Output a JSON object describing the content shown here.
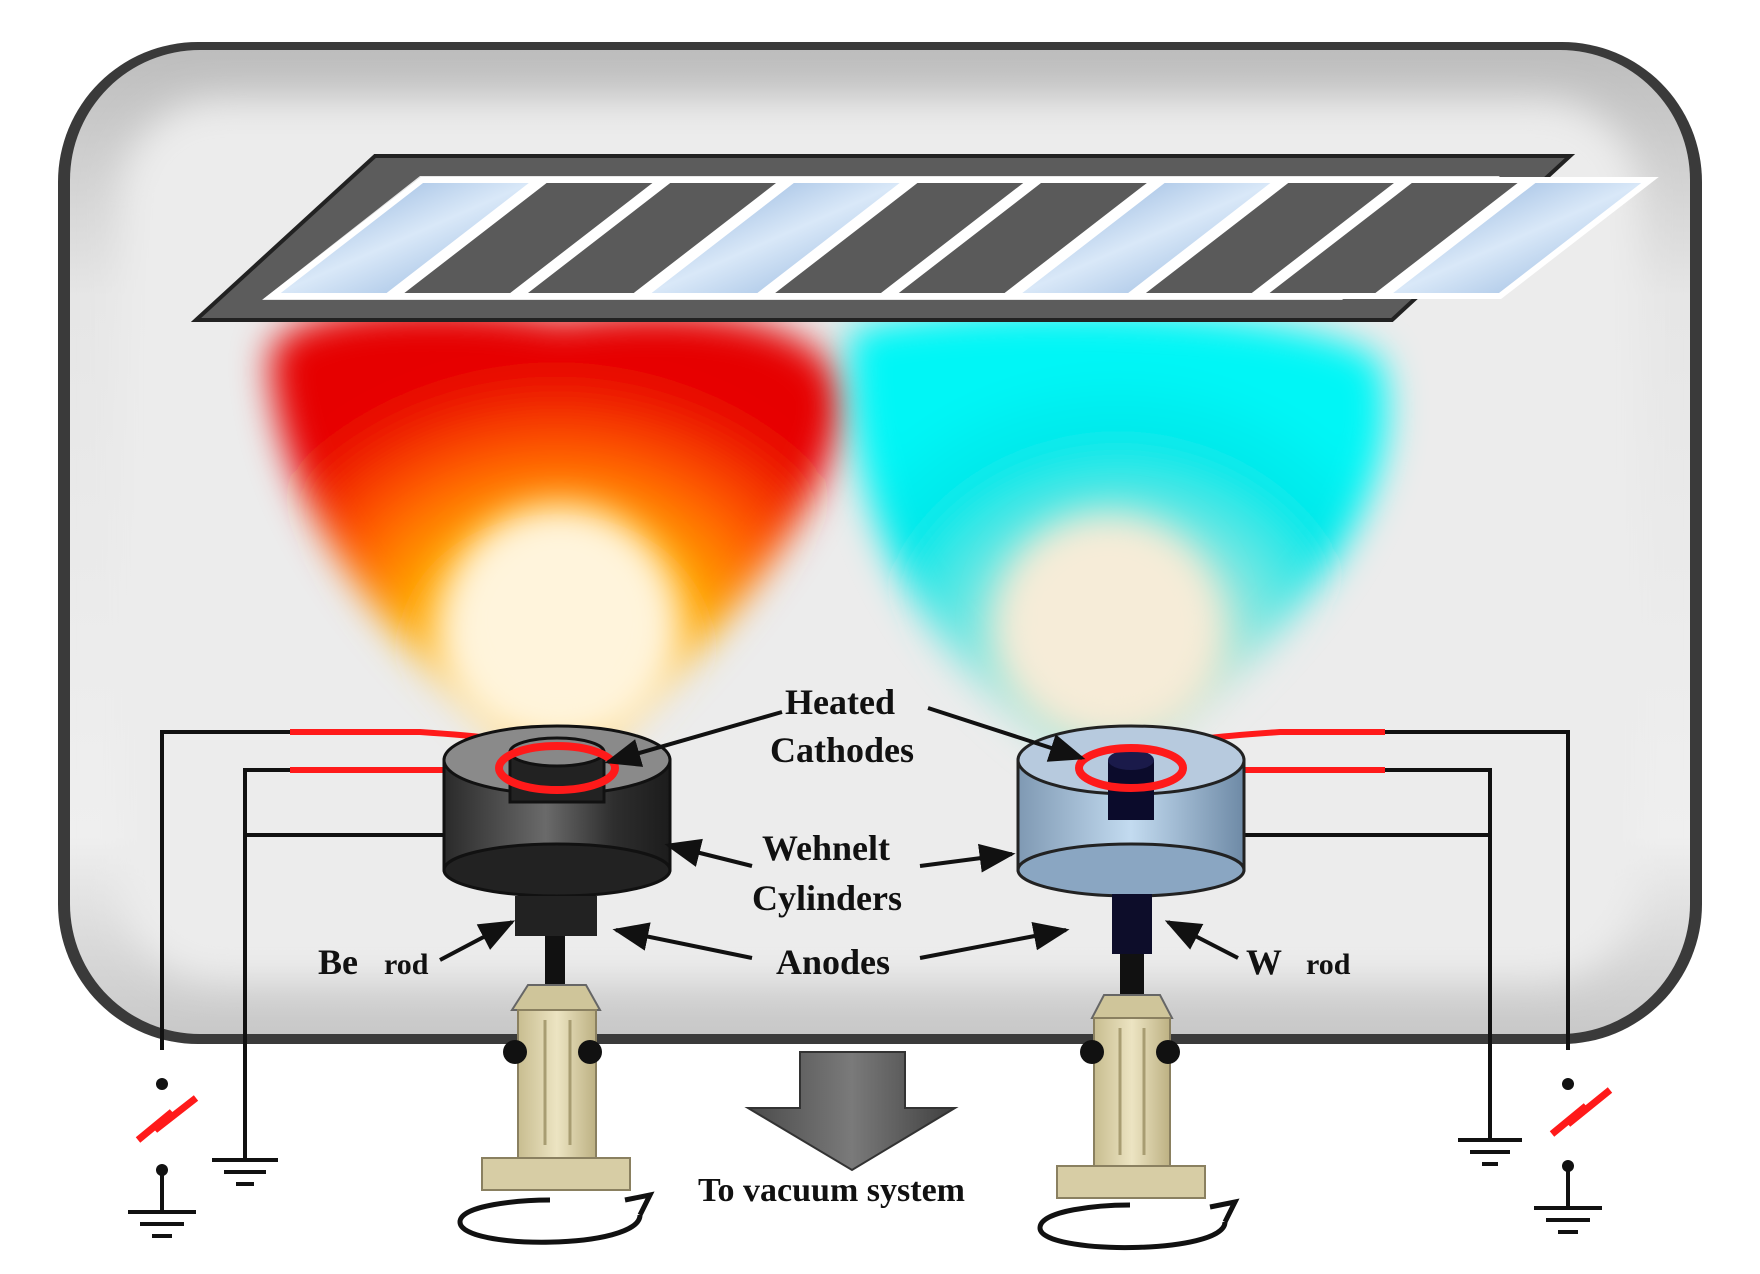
{
  "labels": {
    "heated_cathodes_line1": "Heated",
    "heated_cathodes_line2": "Cathodes",
    "wehnelt_line1": "Wehnelt",
    "wehnelt_line2": "Cylinders",
    "anodes": "Anodes",
    "be_rod_element": "Be",
    "be_rod_word": "rod",
    "w_rod_element": "W",
    "w_rod_word": "rod",
    "vacuum": "To vacuum system"
  },
  "colors": {
    "chamber_fill": "#e7e7e7",
    "chamber_edge": "#3a3a3a",
    "wire_black": "#111111",
    "wire_heater": "#ff1a1a",
    "spark": "#ff1a1a",
    "plume_left_outer": "#e60000",
    "plume_left_mid": "#ffa000",
    "plume_left_core": "#fff1d0",
    "plume_right_outer": "#00f0f0",
    "plume_right_core": "#f5ecd6",
    "wehnelt_left": "#3c3c3c",
    "wehnelt_right": "#9ab8d6",
    "substrate_frame": "#555555",
    "substrate_glass": "#a9c8ea",
    "substrate_dark": "#5a5a5a",
    "holder": "#d8cfa6",
    "vacuum_arrow": "#5a5a5a"
  },
  "icons": {
    "spark": "lightning-bolt-icon",
    "ground": "ground-symbol-icon",
    "rotation": "rotation-arrow-icon",
    "vacuum": "down-arrow-icon"
  }
}
